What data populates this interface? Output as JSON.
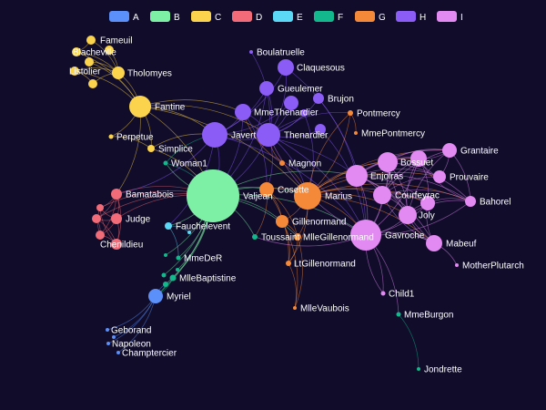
{
  "legend": [
    {
      "label": "A",
      "color": "#5b8ff9"
    },
    {
      "label": "B",
      "color": "#7ef0a6"
    },
    {
      "label": "C",
      "color": "#fcd34d"
    },
    {
      "label": "D",
      "color": "#f26b78"
    },
    {
      "label": "E",
      "color": "#5ad8f6"
    },
    {
      "label": "F",
      "color": "#13b98c"
    },
    {
      "label": "G",
      "color": "#f5893a"
    },
    {
      "label": "H",
      "color": "#8b5cf6"
    },
    {
      "label": "I",
      "color": "#e289f2"
    }
  ],
  "nodes": [
    {
      "id": "Fameuil",
      "group": "C",
      "label": "Fameuil"
    },
    {
      "id": "Blacheville",
      "group": "C",
      "label": "Blacheville"
    },
    {
      "id": "Listolier",
      "group": "C",
      "label": "Listolier"
    },
    {
      "id": "Tholomyes",
      "group": "C",
      "label": "Tholomyes"
    },
    {
      "id": "Favourite",
      "group": "C",
      "label": ""
    },
    {
      "id": "Dahlia",
      "group": "C",
      "label": ""
    },
    {
      "id": "Zephine",
      "group": "C",
      "label": ""
    },
    {
      "id": "Fantine",
      "group": "C",
      "label": "Fantine"
    },
    {
      "id": "Perpetue",
      "group": "C",
      "label": "Perpetue"
    },
    {
      "id": "Simplice",
      "group": "C",
      "label": "Simplice"
    },
    {
      "id": "Woman1",
      "group": "F",
      "label": "Woman1"
    },
    {
      "id": "Boulatruelle",
      "group": "H",
      "label": "Boulatruelle"
    },
    {
      "id": "Claquesous",
      "group": "H",
      "label": "Claquesous"
    },
    {
      "id": "Gueulemer",
      "group": "H",
      "label": "Gueulemer"
    },
    {
      "id": "Brujon",
      "group": "H",
      "label": "Brujon"
    },
    {
      "id": "Babet",
      "group": "H",
      "label": ""
    },
    {
      "id": "Anzelma",
      "group": "H",
      "label": ""
    },
    {
      "id": "MmeThenardier",
      "group": "H",
      "label": "MmeThenardier"
    },
    {
      "id": "Thenardier",
      "group": "H",
      "label": "Thenardier"
    },
    {
      "id": "Javert",
      "group": "H",
      "label": "Javert"
    },
    {
      "id": "Montparnasse",
      "group": "H",
      "label": ""
    },
    {
      "id": "Pontmercy",
      "group": "G",
      "label": "Pontmercy"
    },
    {
      "id": "MmePontmercy",
      "group": "G",
      "label": "MmePontmercy"
    },
    {
      "id": "Magnon",
      "group": "G",
      "label": "Magnon"
    },
    {
      "id": "Bamatabois",
      "group": "D",
      "label": "Bamatabois"
    },
    {
      "id": "Judge",
      "group": "D",
      "label": "Judge"
    },
    {
      "id": "Champmathieu",
      "group": "D",
      "label": ""
    },
    {
      "id": "Brevet",
      "group": "D",
      "label": ""
    },
    {
      "id": "Chenildieu",
      "group": "D",
      "label": "Chenildieu"
    },
    {
      "id": "Cochepaille",
      "group": "D",
      "label": ""
    },
    {
      "id": "Valjean",
      "group": "B",
      "label": "Valjean"
    },
    {
      "id": "Cosette",
      "group": "G",
      "label": "Cosette"
    },
    {
      "id": "Marius",
      "group": "G",
      "label": "Marius"
    },
    {
      "id": "Gillenormand",
      "group": "G",
      "label": "Gillenormand"
    },
    {
      "id": "Fauchelevent",
      "group": "E",
      "label": "Fauchelevent"
    },
    {
      "id": "Gribier",
      "group": "E",
      "label": ""
    },
    {
      "id": "Toussaint",
      "group": "F",
      "label": "Toussaint"
    },
    {
      "id": "MlleGillenormand",
      "group": "G",
      "label": "MlleGillenormand"
    },
    {
      "id": "LtGillenormand",
      "group": "G",
      "label": "LtGillenormand"
    },
    {
      "id": "MlleVaubois",
      "group": "G",
      "label": "MlleVaubois"
    },
    {
      "id": "MmeDeR",
      "group": "F",
      "label": "MmeDeR"
    },
    {
      "id": "Labarre",
      "group": "F",
      "label": ""
    },
    {
      "id": "Isabeau",
      "group": "F",
      "label": ""
    },
    {
      "id": "Gervais",
      "group": "F",
      "label": ""
    },
    {
      "id": "MlleBaptistine",
      "group": "F",
      "label": "MlleBaptistine"
    },
    {
      "id": "MmeMagloire",
      "group": "F",
      "label": ""
    },
    {
      "id": "Myriel",
      "group": "A",
      "label": "Myriel"
    },
    {
      "id": "Geborand",
      "group": "A",
      "label": "Geborand"
    },
    {
      "id": "Napoleon",
      "group": "A",
      "label": "Napoleon"
    },
    {
      "id": "Champtercier",
      "group": "A",
      "label": "Champtercier"
    },
    {
      "id": "Cravatte",
      "group": "A",
      "label": ""
    },
    {
      "id": "Enjolras",
      "group": "I",
      "label": "Enjolras"
    },
    {
      "id": "Bossuet",
      "group": "I",
      "label": "Bossuet"
    },
    {
      "id": "Grantaire",
      "group": "I",
      "label": "Grantaire"
    },
    {
      "id": "Prouvaire",
      "group": "I",
      "label": "Prouvaire"
    },
    {
      "id": "Courfeyrac",
      "group": "I",
      "label": "Courfeyrac"
    },
    {
      "id": "Bahorel",
      "group": "I",
      "label": "Bahorel"
    },
    {
      "id": "Joly",
      "group": "I",
      "label": "Joly"
    },
    {
      "id": "Combeferre",
      "group": "I",
      "label": ""
    },
    {
      "id": "Feuilly",
      "group": "I",
      "label": ""
    },
    {
      "id": "Gavroche",
      "group": "I",
      "label": "Gavroche"
    },
    {
      "id": "Mabeuf",
      "group": "I",
      "label": "Mabeuf"
    },
    {
      "id": "MotherPlutarch",
      "group": "I",
      "label": "MotherPlutarch"
    },
    {
      "id": "Child1",
      "group": "I",
      "label": "Child1"
    },
    {
      "id": "MmeBurgon",
      "group": "F",
      "label": "MmeBurgon"
    },
    {
      "id": "Jondrette",
      "group": "F",
      "label": "Jondrette"
    }
  ],
  "edges": [
    [
      "Fameuil",
      "Tholomyes"
    ],
    [
      "Blacheville",
      "Tholomyes"
    ],
    [
      "Listolier",
      "Tholomyes"
    ],
    [
      "Favourite",
      "Tholomyes"
    ],
    [
      "Dahlia",
      "Tholomyes"
    ],
    [
      "Zephine",
      "Tholomyes"
    ],
    [
      "Fameuil",
      "Blacheville"
    ],
    [
      "Listolier",
      "Dahlia"
    ],
    [
      "Tholomyes",
      "Fantine"
    ],
    [
      "Blacheville",
      "Fantine"
    ],
    [
      "Listolier",
      "Fantine"
    ],
    [
      "Zephine",
      "Fantine"
    ],
    [
      "Fantine",
      "Valjean"
    ],
    [
      "Fantine",
      "Javert"
    ],
    [
      "Fantine",
      "Thenardier"
    ],
    [
      "Fantine",
      "MmeThenardier"
    ],
    [
      "Fantine",
      "Simplice"
    ],
    [
      "Fantine",
      "Perpetue"
    ],
    [
      "Fantine",
      "Bamatabois"
    ],
    [
      "Fantine",
      "Marius"
    ],
    [
      "Perpetue",
      "Simplice"
    ],
    [
      "Simplice",
      "Javert"
    ],
    [
      "Simplice",
      "Valjean"
    ],
    [
      "Woman1",
      "Valjean"
    ],
    [
      "Woman1",
      "Javert"
    ],
    [
      "Boulatruelle",
      "Thenardier"
    ],
    [
      "Claquesous",
      "Thenardier"
    ],
    [
      "Claquesous",
      "Javert"
    ],
    [
      "Claquesous",
      "Enjolras"
    ],
    [
      "Gueulemer",
      "Thenardier"
    ],
    [
      "Gueulemer",
      "Javert"
    ],
    [
      "Gueulemer",
      "Valjean"
    ],
    [
      "Brujon",
      "Thenardier"
    ],
    [
      "Brujon",
      "Gavroche"
    ],
    [
      "Babet",
      "Thenardier"
    ],
    [
      "Babet",
      "Javert"
    ],
    [
      "Anzelma",
      "Thenardier"
    ],
    [
      "Anzelma",
      "Marius"
    ],
    [
      "MmeThenardier",
      "Thenardier"
    ],
    [
      "MmeThenardier",
      "Valjean"
    ],
    [
      "MmeThenardier",
      "Javert"
    ],
    [
      "MmeThenardier",
      "Cosette"
    ],
    [
      "Thenardier",
      "Javert"
    ],
    [
      "Thenardier",
      "Valjean"
    ],
    [
      "Thenardier",
      "Marius"
    ],
    [
      "Thenardier",
      "Cosette"
    ],
    [
      "Thenardier",
      "Pontmercy"
    ],
    [
      "Thenardier",
      "Gavroche"
    ],
    [
      "Javert",
      "Valjean"
    ],
    [
      "Javert",
      "Enjolras"
    ],
    [
      "Javert",
      "Gavroche"
    ],
    [
      "Javert",
      "Bamatabois"
    ],
    [
      "Javert",
      "Fauchelevent"
    ],
    [
      "Montparnasse",
      "Thenardier"
    ],
    [
      "Montparnasse",
      "Gavroche"
    ],
    [
      "Pontmercy",
      "Marius"
    ],
    [
      "Pontmercy",
      "MmePontmercy"
    ],
    [
      "Magnon",
      "Thenardier"
    ],
    [
      "Magnon",
      "MmeThenardier"
    ],
    [
      "Bamatabois",
      "Valjean"
    ],
    [
      "Bamatabois",
      "Judge"
    ],
    [
      "Bamatabois",
      "Champmathieu"
    ],
    [
      "Bamatabois",
      "Brevet"
    ],
    [
      "Bamatabois",
      "Chenildieu"
    ],
    [
      "Bamatabois",
      "Cochepaille"
    ],
    [
      "Judge",
      "Valjean"
    ],
    [
      "Judge",
      "Champmathieu"
    ],
    [
      "Judge",
      "Brevet"
    ],
    [
      "Judge",
      "Chenildieu"
    ],
    [
      "Judge",
      "Cochepaille"
    ],
    [
      "Champmathieu",
      "Valjean"
    ],
    [
      "Champmathieu",
      "Brevet"
    ],
    [
      "Champmathieu",
      "Chenildieu"
    ],
    [
      "Brevet",
      "Chenildieu"
    ],
    [
      "Brevet",
      "Cochepaille"
    ],
    [
      "Chenildieu",
      "Cochepaille"
    ],
    [
      "Cochepaille",
      "Valjean"
    ],
    [
      "Valjean",
      "Cosette"
    ],
    [
      "Valjean",
      "Marius"
    ],
    [
      "Valjean",
      "Fauchelevent"
    ],
    [
      "Valjean",
      "Toussaint"
    ],
    [
      "Valjean",
      "Myriel"
    ],
    [
      "Valjean",
      "MlleBaptistine"
    ],
    [
      "Valjean",
      "MmeMagloire"
    ],
    [
      "Valjean",
      "Labarre"
    ],
    [
      "Valjean",
      "MmeDeR"
    ],
    [
      "Valjean",
      "Isabeau"
    ],
    [
      "Valjean",
      "Gervais"
    ],
    [
      "Valjean",
      "Gavroche"
    ],
    [
      "Valjean",
      "Enjolras"
    ],
    [
      "Valjean",
      "Gillenormand"
    ],
    [
      "Valjean",
      "MlleGillenormand"
    ],
    [
      "Valjean",
      "Woman1"
    ],
    [
      "Valjean",
      "Gribier"
    ],
    [
      "Cosette",
      "Marius"
    ],
    [
      "Cosette",
      "Gillenormand"
    ],
    [
      "Cosette",
      "Toussaint"
    ],
    [
      "Cosette",
      "MlleGillenormand"
    ],
    [
      "Cosette",
      "LtGillenormand"
    ],
    [
      "Marius",
      "Gillenormand"
    ],
    [
      "Marius",
      "MlleGillenormand"
    ],
    [
      "Marius",
      "Enjolras"
    ],
    [
      "Marius",
      "Courfeyrac"
    ],
    [
      "Marius",
      "Bossuet"
    ],
    [
      "Marius",
      "Combeferre"
    ],
    [
      "Marius",
      "Joly"
    ],
    [
      "Marius",
      "Feuilly"
    ],
    [
      "Marius",
      "Bahorel"
    ],
    [
      "Marius",
      "Grantaire"
    ],
    [
      "Marius",
      "Gavroche"
    ],
    [
      "Marius",
      "Mabeuf"
    ],
    [
      "Marius",
      "Pontmercy"
    ],
    [
      "Marius",
      "LtGillenormand"
    ],
    [
      "Marius",
      "Prouvaire"
    ],
    [
      "Gillenormand",
      "MlleGillenormand"
    ],
    [
      "Gillenormand",
      "MlleVaubois"
    ],
    [
      "Gillenormand",
      "LtGillenormand"
    ],
    [
      "MlleGillenormand",
      "LtGillenormand"
    ],
    [
      "MlleGillenormand",
      "MlleVaubois"
    ],
    [
      "LtGillenormand",
      "MlleVaubois"
    ],
    [
      "Fauchelevent",
      "Gribier"
    ],
    [
      "Fauchelevent",
      "MmeDeR"
    ],
    [
      "MlleBaptistine",
      "Myriel"
    ],
    [
      "MmeMagloire",
      "Myriel"
    ],
    [
      "MlleBaptistine",
      "MmeMagloire"
    ],
    [
      "Myriel",
      "Geborand"
    ],
    [
      "Myriel",
      "Napoleon"
    ],
    [
      "Myriel",
      "Champtercier"
    ],
    [
      "Myriel",
      "Cravatte"
    ],
    [
      "Myriel",
      "MmeMagloire"
    ],
    [
      "Enjolras",
      "Bossuet"
    ],
    [
      "Enjolras",
      "Courfeyrac"
    ],
    [
      "Enjolras",
      "Combeferre"
    ],
    [
      "Enjolras",
      "Joly"
    ],
    [
      "Enjolras",
      "Feuilly"
    ],
    [
      "Enjolras",
      "Bahorel"
    ],
    [
      "Enjolras",
      "Grantaire"
    ],
    [
      "Enjolras",
      "Prouvaire"
    ],
    [
      "Enjolras",
      "Gavroche"
    ],
    [
      "Enjolras",
      "Mabeuf"
    ],
    [
      "Bossuet",
      "Courfeyrac"
    ],
    [
      "Bossuet",
      "Joly"
    ],
    [
      "Bossuet",
      "Grantaire"
    ],
    [
      "Bossuet",
      "Combeferre"
    ],
    [
      "Bossuet",
      "Bahorel"
    ],
    [
      "Bossuet",
      "Gavroche"
    ],
    [
      "Courfeyrac",
      "Joly"
    ],
    [
      "Courfeyrac",
      "Combeferre"
    ],
    [
      "Courfeyrac",
      "Feuilly"
    ],
    [
      "Courfeyrac",
      "Bahorel"
    ],
    [
      "Courfeyrac",
      "Gavroche"
    ],
    [
      "Courfeyrac",
      "Grantaire"
    ],
    [
      "Courfeyrac",
      "Prouvaire"
    ],
    [
      "Joly",
      "Bahorel"
    ],
    [
      "Joly",
      "Combeferre"
    ],
    [
      "Joly",
      "Feuilly"
    ],
    [
      "Joly",
      "Grantaire"
    ],
    [
      "Joly",
      "Gavroche"
    ],
    [
      "Grantaire",
      "Bahorel"
    ],
    [
      "Grantaire",
      "Prouvaire"
    ],
    [
      "Grantaire",
      "Combeferre"
    ],
    [
      "Bahorel",
      "Gavroche"
    ],
    [
      "Bahorel",
      "Combeferre"
    ],
    [
      "Combeferre",
      "Feuilly"
    ],
    [
      "Combeferre",
      "Gavroche"
    ],
    [
      "Feuilly",
      "Gavroche"
    ],
    [
      "Feuilly",
      "Bahorel"
    ],
    [
      "Prouvaire",
      "Combeferre"
    ],
    [
      "Gavroche",
      "Mabeuf"
    ],
    [
      "Gavroche",
      "Child1"
    ],
    [
      "Gavroche",
      "MmeBurgon"
    ],
    [
      "Gavroche",
      "Toussaint"
    ],
    [
      "Gavroche",
      "Thenardier"
    ],
    [
      "Mabeuf",
      "MotherPlutarch"
    ],
    [
      "Mabeuf",
      "Bossuet"
    ],
    [
      "Mabeuf",
      "Courfeyrac"
    ],
    [
      "Mabeuf",
      "Feuilly"
    ],
    [
      "Mabeuf",
      "Joly"
    ],
    [
      "MmeBurgon",
      "Jondrette"
    ],
    [
      "Child1",
      "Gavroche"
    ],
    [
      "Magnon",
      "Marius"
    ]
  ]
}
